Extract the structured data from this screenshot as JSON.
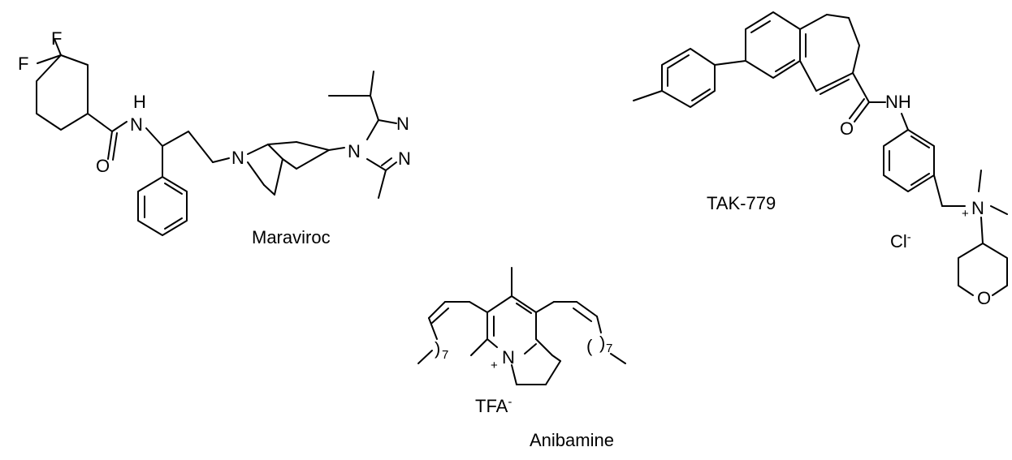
{
  "molecules": {
    "maraviroc": {
      "name": "Maraviroc",
      "atoms": {
        "f1": "F",
        "f2": "F",
        "h": "H",
        "n_amide": "N",
        "o": "O",
        "n_bicyclic": "N",
        "n_triazole": "N",
        "n_ring_1": "N",
        "n_ring_2": "N"
      }
    },
    "tak779": {
      "name": "TAK-779",
      "atoms": {
        "nh": "NH",
        "o_carbonyl": "O",
        "n_quat": "N",
        "plus": "+",
        "o_pyran": "O"
      },
      "counterion": {
        "base": "Cl",
        "charge": "-"
      }
    },
    "anibamine": {
      "name": "Anibamine",
      "atoms": {
        "n_plus": "N",
        "plus": "+",
        "paren_left_open": ")",
        "paren_left_sub": "7",
        "paren_right_open": "(",
        "paren_right_close": ")",
        "paren_right_sub": "7"
      },
      "counterion": {
        "base": "TFA",
        "charge": "-"
      }
    }
  }
}
